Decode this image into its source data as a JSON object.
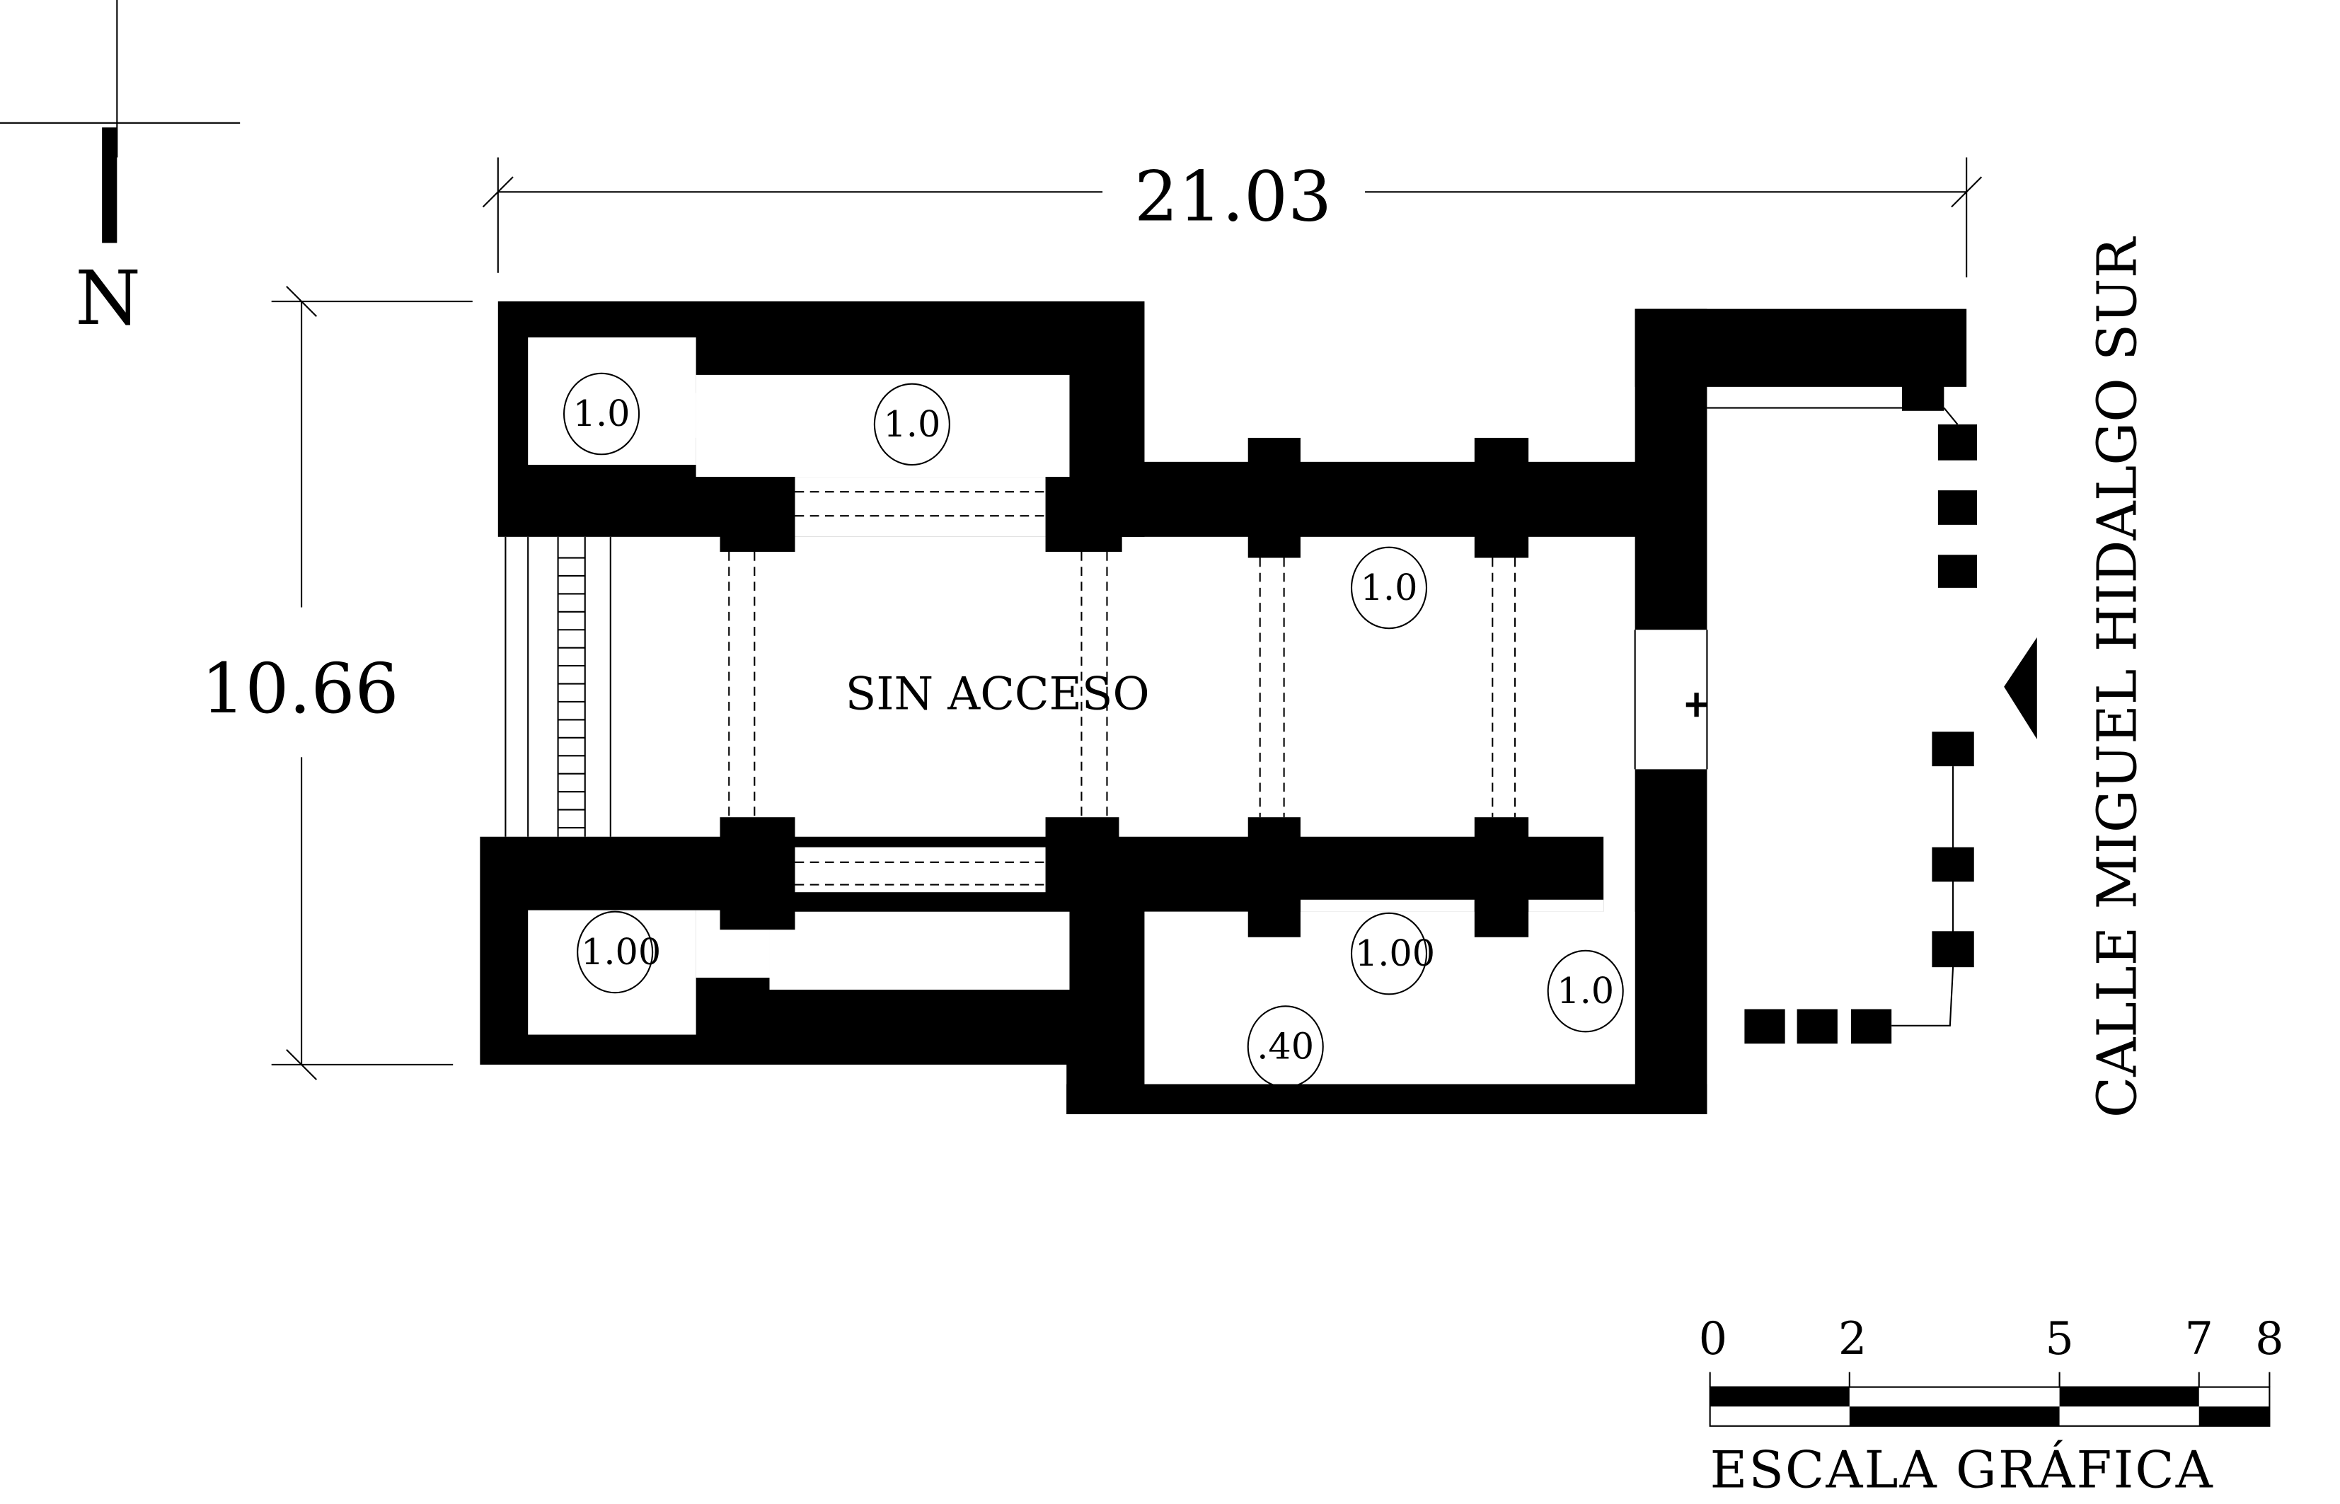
{
  "north_arrow": {
    "label": "N"
  },
  "dimensions": {
    "width": "21.03",
    "height": "10.66"
  },
  "room_label": "SIN ACCESO",
  "street": "CALLE MIGUEL HIDALGO SUR",
  "height_markers": [
    "1.0",
    "1.0",
    "1.0",
    "1.00",
    "1.00",
    "1.0",
    ".40"
  ],
  "scale_bar": {
    "title": "ESCALA GRÁFICA",
    "ticks": [
      "0",
      "2",
      "5",
      "7",
      "8"
    ]
  },
  "colors": {
    "ink": "#000000",
    "paper": "#ffffff"
  }
}
